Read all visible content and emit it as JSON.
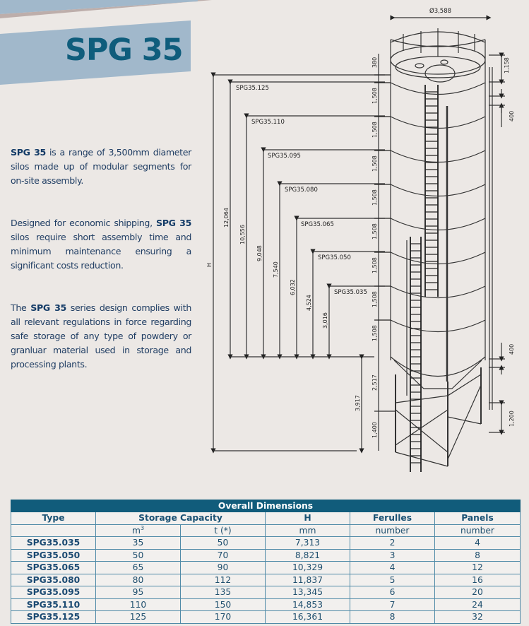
{
  "header": {
    "title": "SPG 35",
    "colors": {
      "banner": "#a1b8cb",
      "band": "#bdaeab",
      "title_text": "#0f5d7c",
      "background": "#ece8e5"
    }
  },
  "intro": {
    "p1": {
      "bold": "SPG 35",
      "text": " is a range of 3,500mm diameter silos made up of modular segments for on-site assembly."
    },
    "p2": {
      "pre": "Designed for economic shipping, ",
      "bold": "SPG 35",
      "text": " silos require short assembly time and minimum maintenance ensuring a significant costs reduction."
    },
    "p3": {
      "pre": "The ",
      "bold": "SPG 35",
      "text": " series design complies with all relevant regulations in force regarding safe storage of any type of powdery or granluar material used in storage and processing plants."
    }
  },
  "drawing": {
    "diameter_label": "Ø3,588",
    "overall_height_label": "H",
    "model_labels": [
      "SPG35.125",
      "SPG35.110",
      "SPG35.095",
      "SPG35.080",
      "SPG35.065",
      "SPG35.050",
      "SPG35.035"
    ],
    "model_heights": [
      "12,064",
      "10,556",
      "9,048",
      "7,540",
      "6,032",
      "4,524",
      "3,016"
    ],
    "segment_dims": [
      "380",
      "1,508",
      "1,508",
      "1,508",
      "1,508",
      "1,508",
      "1,508",
      "1,508",
      "1,508",
      "2,517",
      "1,400"
    ],
    "base_height": "3,917",
    "right_dims": [
      "1,158",
      "400",
      "400",
      "1,200"
    ]
  },
  "table": {
    "title": "Overall Dimensions",
    "headers": [
      "Type",
      "Storage Capacity",
      "H",
      "Ferulles",
      "Panels"
    ],
    "units": [
      "",
      "m",
      "t (*)",
      "mm",
      "number",
      "number"
    ],
    "unit_m3_sup": "3",
    "rows": [
      [
        "SPG35.035",
        "35",
        "50",
        "7,313",
        "2",
        "4"
      ],
      [
        "SPG35.050",
        "50",
        "70",
        "8,821",
        "3",
        "8"
      ],
      [
        "SPG35.065",
        "65",
        "90",
        "10,329",
        "4",
        "12"
      ],
      [
        "SPG35.080",
        "80",
        "112",
        "11,837",
        "5",
        "16"
      ],
      [
        "SPG35.095",
        "95",
        "135",
        "13,345",
        "6",
        "20"
      ],
      [
        "SPG35.110",
        "110",
        "150",
        "14,853",
        "7",
        "24"
      ],
      [
        "SPG35.125",
        "125",
        "170",
        "16,361",
        "8",
        "32"
      ]
    ]
  }
}
